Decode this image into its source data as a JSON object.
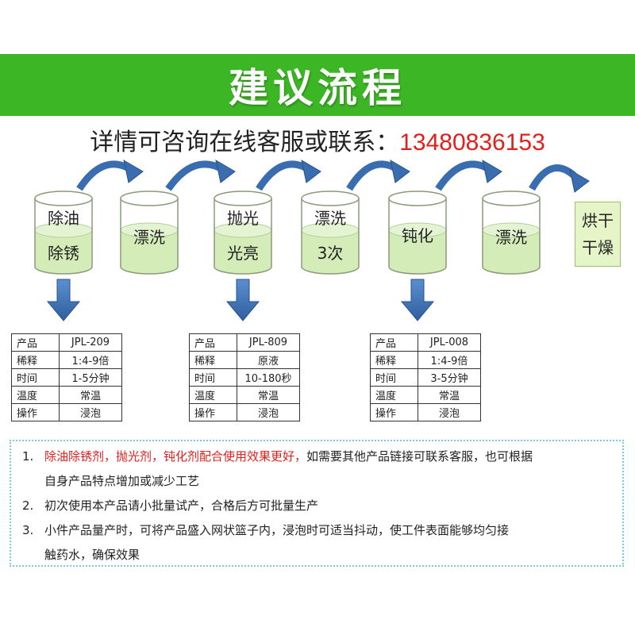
{
  "banner": {
    "title": "建议流程"
  },
  "contact": {
    "label": "详情可咨询在线客服或联系：",
    "phone": "13480836153"
  },
  "flow": {
    "steps": [
      {
        "lines": [
          "除油",
          "除锈"
        ]
      },
      {
        "lines": [
          "漂洗"
        ]
      },
      {
        "lines": [
          "抛光",
          "光亮"
        ]
      },
      {
        "lines": [
          "漂洗",
          "3次"
        ]
      },
      {
        "lines": [
          "钝化"
        ]
      },
      {
        "lines": [
          "漂洗"
        ]
      }
    ],
    "final": {
      "lines": [
        "烘干",
        "干燥"
      ]
    }
  },
  "tables": [
    {
      "rows": [
        {
          "k": "产品",
          "v": "JPL-209"
        },
        {
          "k": "稀释",
          "v": "1:4-9倍"
        },
        {
          "k": "时间",
          "v": "1-5分钟"
        },
        {
          "k": "温度",
          "v": "常温"
        },
        {
          "k": "操作",
          "v": "浸泡"
        }
      ]
    },
    {
      "rows": [
        {
          "k": "产品",
          "v": "JPL-809"
        },
        {
          "k": "稀释",
          "v": "原液"
        },
        {
          "k": "时间",
          "v": "10-180秒"
        },
        {
          "k": "温度",
          "v": "常温"
        },
        {
          "k": "操作",
          "v": "浸泡"
        }
      ]
    },
    {
      "rows": [
        {
          "k": "产品",
          "v": "JPL-008"
        },
        {
          "k": "稀释",
          "v": "1:4-9倍"
        },
        {
          "k": "时间",
          "v": "3-5分钟"
        },
        {
          "k": "温度",
          "v": "常温"
        },
        {
          "k": "操作",
          "v": "浸泡"
        }
      ]
    }
  ],
  "notes": {
    "n1": {
      "num": "1.",
      "red": "除油除锈剂，抛光剂，钝化剂配合使用效果更好，",
      "rest": "如需要其他产品链接可联系客服，也可根据",
      "line2": "自身产品特点增加或减少工艺"
    },
    "n2": {
      "num": "2.",
      "text": "初次使用本产品请小批量试产，合格后方可批量生产"
    },
    "n3": {
      "num": "3.",
      "text": "小件产品量产时，可将产品盛入网状篮子内，浸泡时可适当抖动，使工件表面能够均匀接",
      "line2": "触药水，确保效果"
    }
  },
  "colors": {
    "banner": "#3cb624",
    "phone": "#e0201c",
    "arrow": "#3a6db0",
    "tank_liquid": "#d4ecb8",
    "tank_outline": "#8a9a7a"
  }
}
